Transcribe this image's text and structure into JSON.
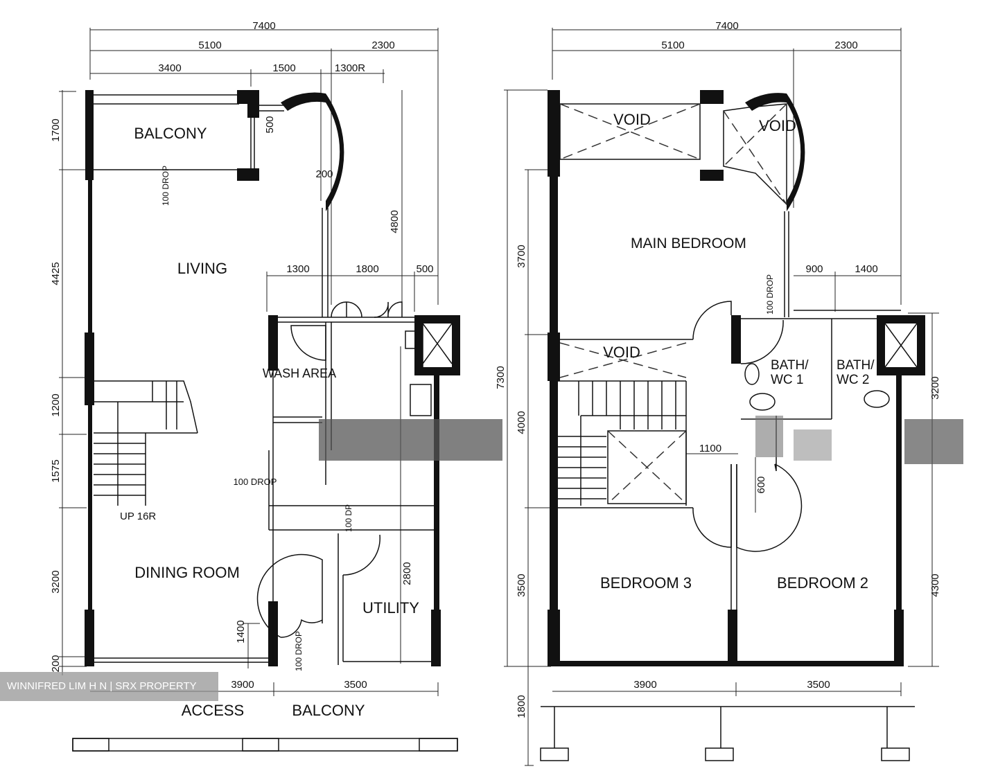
{
  "lower_floor": {
    "rooms": [
      "BALCONY",
      "LIVING",
      "WASH AREA",
      "DINING ROOM",
      "UTILITY",
      "ACCESS",
      "BALCONY"
    ],
    "dimensions": [
      "7400",
      "5100",
      "2300",
      "3400",
      "1500",
      "1300R",
      "1700",
      "4425",
      "1200",
      "1575",
      "3200",
      "200",
      "1400",
      "500",
      "200",
      "4800",
      "1300",
      "1800",
      "500",
      "100 DROP",
      "100 DROP",
      "100 DP",
      "2800",
      "100 DROP",
      "3900",
      "3500"
    ],
    "stair_label": "UP 16R"
  },
  "upper_floor": {
    "rooms": [
      "VOID",
      "VOID",
      "MAIN BEDROOM",
      "VOID",
      "BATH/ WC 1",
      "BATH/ WC 2",
      "BEDROOM 3",
      "BEDROOM 2"
    ],
    "dimensions": [
      "7400",
      "5100",
      "2300",
      "900",
      "1400",
      "3700",
      "7300",
      "4000",
      "3200",
      "1100",
      "600",
      "3500",
      "4300",
      "3900",
      "3500",
      "1800",
      "100 DROP"
    ]
  },
  "watermark": "WINNIFRED LIM H N | SRX PROPERTY"
}
